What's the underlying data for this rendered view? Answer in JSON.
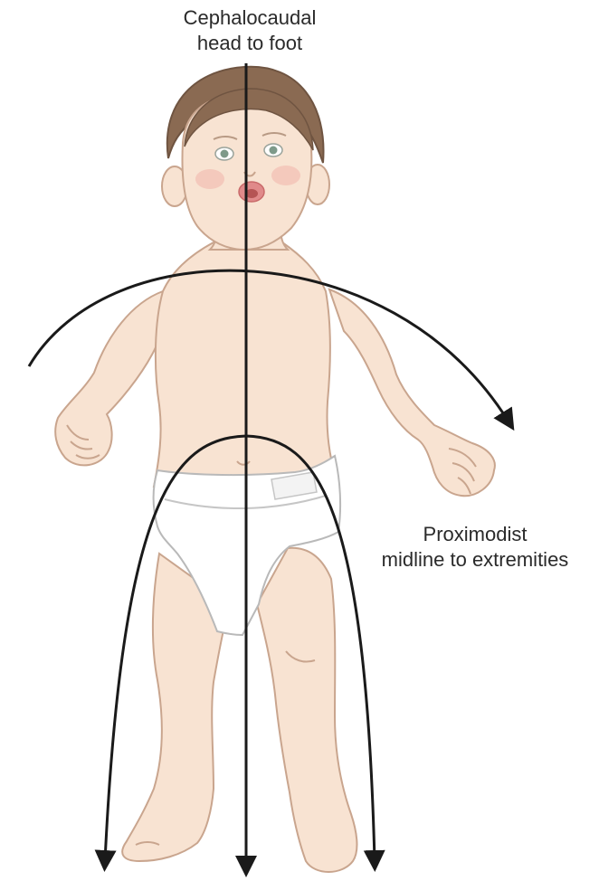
{
  "labels": {
    "cephalocaudal_title": "Cephalocaudal",
    "cephalocaudal_desc": "head to foot",
    "proximodistal_title": "Proximodist",
    "proximodistal_desc": "midline to extremities"
  },
  "colors": {
    "skin": "#f8e3d2",
    "skin_outline": "#c9a58e",
    "hair": "#8a6a52",
    "diaper": "#ffffff",
    "diaper_outline": "#b9b9b9",
    "eyes": "#7e9a8a",
    "cheeks": "#f1b7ad",
    "mouth": "#e08a8a",
    "arrow": "#1a1a1a"
  },
  "icons": {
    "cephalocaudal_arrow": "down-arrow",
    "proximodistal_arrows": "curved-arrows"
  }
}
